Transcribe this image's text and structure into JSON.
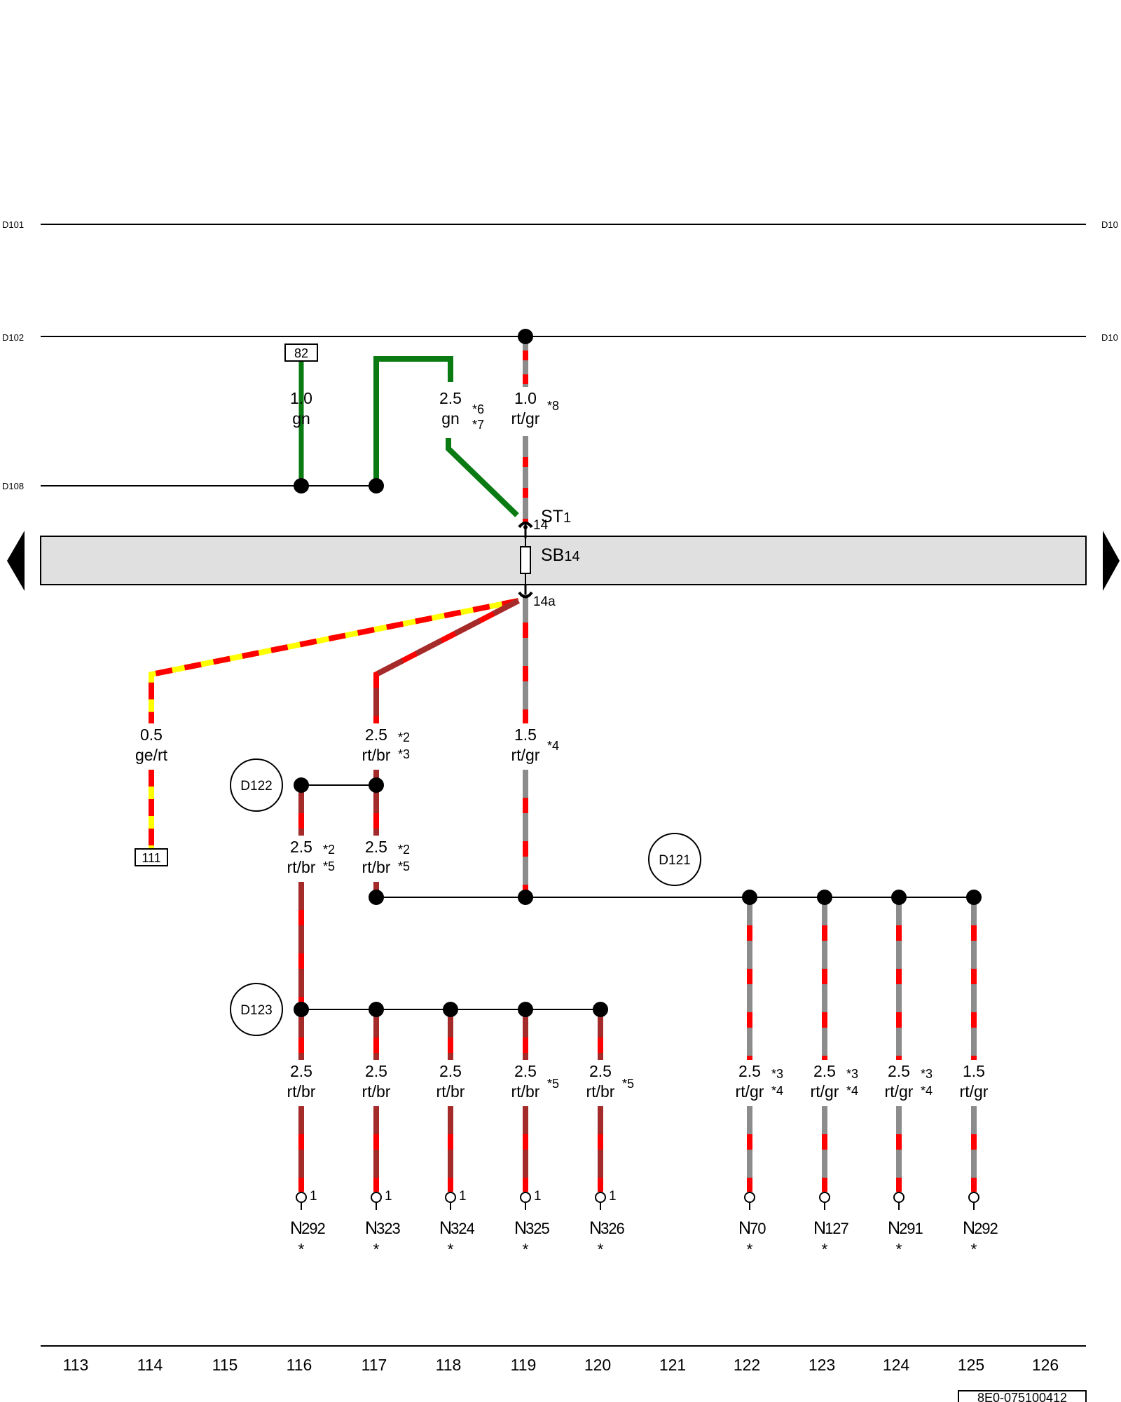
{
  "buses": {
    "d101_left": "D101",
    "d101_right": "D10",
    "d102_left": "D102",
    "d102_right": "D10",
    "d108_left": "D108"
  },
  "connectors": {
    "box_82": "82",
    "box_111": "111"
  },
  "fuse": {
    "st_main": "ST",
    "st_sub": "1",
    "st_pin_top": "14",
    "sb_main": "SB",
    "sb_sub": "14",
    "pin_bottom": "14a"
  },
  "wires": [
    {
      "id": "w116-top",
      "gauge": "1.0",
      "color": "gn",
      "notes": ""
    },
    {
      "id": "w118-top",
      "gauge": "2.5",
      "color": "gn",
      "notes": "*6 *7"
    },
    {
      "id": "w119-top",
      "gauge": "1.0",
      "color": "rt/gr",
      "notes": "*8"
    },
    {
      "id": "w114",
      "gauge": "0.5",
      "color": "ge/rt",
      "notes": ""
    },
    {
      "id": "w117-mid",
      "gauge": "2.5",
      "color": "rt/br",
      "notes": "*2 *3"
    },
    {
      "id": "w119-mid",
      "gauge": "1.5",
      "color": "rt/gr",
      "notes": "*4"
    },
    {
      "id": "w116-mid",
      "gauge": "2.5",
      "color": "rt/br",
      "notes": "*2 *5"
    },
    {
      "id": "w117-low",
      "gauge": "2.5",
      "color": "rt/br",
      "notes": "*2 *5"
    },
    {
      "id": "w116-bot",
      "gauge": "2.5",
      "color": "rt/br",
      "notes": ""
    },
    {
      "id": "w117-bot",
      "gauge": "2.5",
      "color": "rt/br",
      "notes": ""
    },
    {
      "id": "w118-bot",
      "gauge": "2.5",
      "color": "rt/br",
      "notes": ""
    },
    {
      "id": "w119-bot",
      "gauge": "2.5",
      "color": "rt/br",
      "notes": "*5"
    },
    {
      "id": "w120-bot",
      "gauge": "2.5",
      "color": "rt/br",
      "notes": "*5"
    },
    {
      "id": "w122-bot",
      "gauge": "2.5",
      "color": "rt/gr",
      "notes": "*3 *4"
    },
    {
      "id": "w123-bot",
      "gauge": "2.5",
      "color": "rt/gr",
      "notes": "*3 *4"
    },
    {
      "id": "w124-bot",
      "gauge": "2.5",
      "color": "rt/gr",
      "notes": "*3 *4"
    },
    {
      "id": "w125-bot",
      "gauge": "1.5",
      "color": "rt/gr",
      "notes": ""
    }
  ],
  "splices": [
    "D122",
    "D121",
    "D123"
  ],
  "components": [
    {
      "main": "N",
      "sub": "292",
      "pin": "1",
      "mark": "*"
    },
    {
      "main": "N",
      "sub": "323",
      "pin": "1",
      "mark": "*"
    },
    {
      "main": "N",
      "sub": "324",
      "pin": "1",
      "mark": "*"
    },
    {
      "main": "N",
      "sub": "325",
      "pin": "1",
      "mark": "*"
    },
    {
      "main": "N",
      "sub": "326",
      "pin": "1",
      "mark": "*"
    },
    {
      "main": "N",
      "sub": "70",
      "pin": "",
      "mark": "*"
    },
    {
      "main": "N",
      "sub": "127",
      "pin": "",
      "mark": "*"
    },
    {
      "main": "N",
      "sub": "291",
      "pin": "",
      "mark": "*"
    },
    {
      "main": "N",
      "sub": "292",
      "pin": "",
      "mark": "*"
    }
  ],
  "columns": [
    "113",
    "114",
    "115",
    "116",
    "117",
    "118",
    "119",
    "120",
    "121",
    "122",
    "123",
    "124",
    "125",
    "126"
  ],
  "reference": "8E0-075100412",
  "wire_colors": {
    "gn": "#0a7a12",
    "rt": "#ff0000",
    "gr": "#8c8c8c",
    "br": "#a52a2a",
    "ge": "#ffff00",
    "panel": "#e0e0e0"
  }
}
